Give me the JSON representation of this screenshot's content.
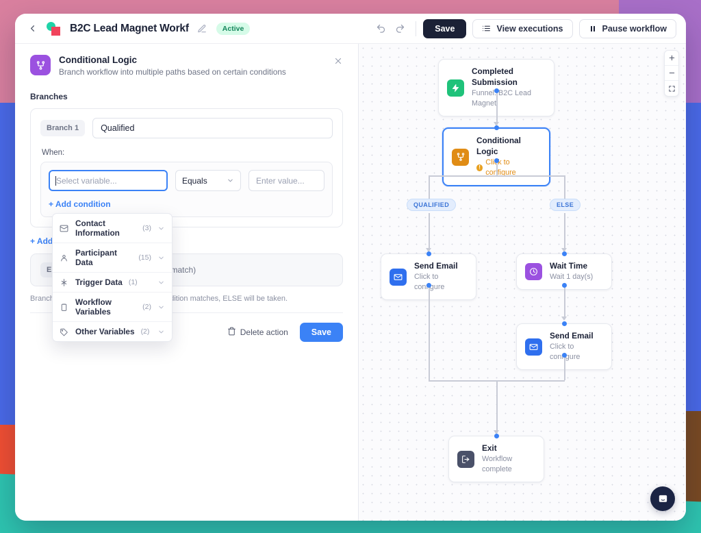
{
  "topbar": {
    "back_icon": "chevron-left-icon",
    "logo_icon": "brand-logo-icon",
    "workflow_title": "B2C Lead Magnet Workf",
    "edit_icon": "pencil-icon",
    "status_badge": "Active",
    "undo_icon": "undo-arrow-icon",
    "redo_icon": "redo-arrow-icon",
    "save_label": "Save",
    "view_executions_label": "View executions",
    "view_executions_icon": "list-icon",
    "pause_workflow_label": "Pause workflow",
    "pause_icon": "pause-icon"
  },
  "panel": {
    "icon": "branch-icon",
    "title": "Conditional Logic",
    "subtitle": "Branch workflow into multiple paths based on certain conditions",
    "close_icon": "close-icon",
    "section_label": "Branches",
    "branch": {
      "tag": "Branch 1",
      "name_value": "Qualified",
      "when_label": "When:",
      "variable_placeholder": "Select variable...",
      "operator_value": "Equals",
      "operator_chevron_icon": "chevron-down-icon",
      "value_placeholder": "Enter value...",
      "add_condition_label": "+ Add condition"
    },
    "add_branch_label": "+ Add branch",
    "else_tag": "ELSE",
    "else_text": "Default fallback path (no match)",
    "hint": "Branches are evaluated in order. If no condition matches, ELSE will be taken.",
    "delete_action_label": "Delete action",
    "delete_icon": "trash-icon",
    "save_label": "Save"
  },
  "dropdown": {
    "items": [
      {
        "label": "Contact Information",
        "count": "(3)",
        "icon": "envelope-icon",
        "chevron": "chevron-down-icon"
      },
      {
        "label": "Participant Data",
        "count": "(15)",
        "icon": "person-icon",
        "chevron": "chevron-down-icon"
      },
      {
        "label": "Trigger Data",
        "count": "(1)",
        "icon": "lightning-icon",
        "chevron": "chevron-down-icon"
      },
      {
        "label": "Workflow Variables",
        "count": "(2)",
        "icon": "clipboard-icon",
        "chevron": "chevron-down-icon"
      },
      {
        "label": "Other Variables",
        "count": "(2)",
        "icon": "tag-icon",
        "chevron": "chevron-down-icon"
      }
    ]
  },
  "canvas": {
    "zoom_in_icon": "plus-icon",
    "zoom_out_icon": "minus-icon",
    "fit_view_icon": "fit-screen-icon",
    "chat_icon": "chat-bubble-icon",
    "branch_labels": {
      "qualified": "QUALIFIED",
      "else": "ELSE"
    },
    "nodes": [
      {
        "id": "trigger",
        "title": "Completed Submission",
        "subtitle": "Funnel: B2C Lead Magnet",
        "icon": "lightning-icon",
        "color": "#1fc27a",
        "warning": false,
        "selected": false
      },
      {
        "id": "condition",
        "title": "Conditional Logic",
        "subtitle": "Click to configure",
        "icon": "branch-icon",
        "color": "#e08c15",
        "warning": true,
        "selected": true
      },
      {
        "id": "email1",
        "title": "Send Email",
        "subtitle": "Click to configure",
        "icon": "envelope-icon",
        "color": "#2f6fee",
        "warning": false,
        "selected": false
      },
      {
        "id": "wait",
        "title": "Wait Time",
        "subtitle": "Wait 1 day(s)",
        "icon": "clock-icon",
        "color": "#9b51e0",
        "warning": false,
        "selected": false
      },
      {
        "id": "email2",
        "title": "Send Email",
        "subtitle": "Click to configure",
        "icon": "envelope-icon",
        "color": "#2f6fee",
        "warning": false,
        "selected": false
      },
      {
        "id": "exit",
        "title": "Exit",
        "subtitle": "Workflow complete",
        "icon": "exit-icon",
        "color": "#4a5169",
        "warning": false,
        "selected": false
      }
    ]
  },
  "colors": {
    "accent_blue": "#3b82f6",
    "dark": "#1b2136",
    "green": "#1fc27a",
    "purple": "#9b51e0",
    "orange": "#e08c15"
  }
}
